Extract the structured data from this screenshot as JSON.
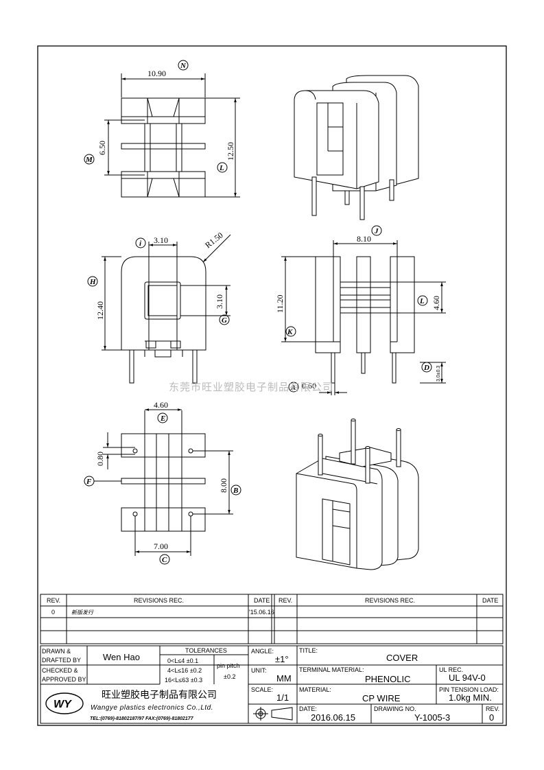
{
  "views": {
    "top": {
      "label_N": "N",
      "dim_width": "10.90",
      "label_M": "M",
      "dim_gap": "6.50",
      "label_L": "L",
      "dim_height": "12.50"
    },
    "front": {
      "label_i": "i",
      "dim_slot": "3.10",
      "dim_radius": "R1.50",
      "label_H": "H",
      "dim_height": "12.40",
      "dim_window": "3.10",
      "label_G": "G"
    },
    "side": {
      "label_J": "J",
      "dim_width": "8.10",
      "label_L": "L",
      "dim_flange": "4.60",
      "dim_height": "11.20",
      "label_K": "K",
      "label_D": "D",
      "dim_pin_len": "3.0±0.3",
      "label_A": "A",
      "dim_pin_dia": "0.60"
    },
    "bottom": {
      "dim_core": "4.60",
      "label_E": "E",
      "dim_hole": "0.80",
      "label_F": "F",
      "dim_pitch_v": "8.00",
      "label_B": "B",
      "dim_pitch_h": "7.00",
      "label_C": "C"
    }
  },
  "watermark": "东莞市旺业塑胶电子制品有限公司",
  "revisions": {
    "headers": {
      "rev": "REV.",
      "rec": "REVISIONS   REC.",
      "date": "DATE"
    },
    "rows": [
      {
        "rev": "0",
        "rec": "新版发行",
        "date": "'15.06.16"
      }
    ]
  },
  "title_block": {
    "drawn_label": "DRAWN &\nDRAFTED BY",
    "drawn_value": "Wen Hao",
    "checked_label": "CHECKED &\nAPPROVED BY",
    "tolerances_title": "TOLERANCES",
    "tol_1": "0<L≤4   ±0.1",
    "tol_2": "4<L≤16  ±0.2",
    "tol_3": "16<L≤63 ±0.3",
    "pin_pitch_label": "pin pitch",
    "pin_pitch_value": "±0.2",
    "angle_label": "ANGLE:",
    "angle_value": "±1°",
    "unit_label": "UNIT:",
    "unit_value": "MM",
    "scale_label": "SCALE:",
    "scale_value": "1/1",
    "title_label": "TITLE:",
    "title_value": "COVER",
    "terminal_label": "TERMINAL MATERIAL:",
    "terminal_value": "PHENOLIC",
    "ul_label": "UL REC.",
    "ul_value": "UL 94V-0",
    "material_label": "MATERIAL:",
    "material_value": "CP WIRE",
    "pin_tension_label": "PIN TENSION LOAD:",
    "pin_tension_value": "1.0kg MIN.",
    "date_label": "DATE:",
    "date_value": "2016.06.15",
    "drawing_no_label": "DRAWING NO.",
    "drawing_no_value": "Y-1005-3",
    "rev_label": "REV.",
    "rev_value": "0",
    "company_cn": "旺业塑胶电子制品有限公司",
    "company_en": "Wangye plastics electronics Co.,Ltd.",
    "company_tel": "TEL:(0769)-81802187/97  FAX:(0769)-81802177",
    "logo_text": "WY"
  }
}
